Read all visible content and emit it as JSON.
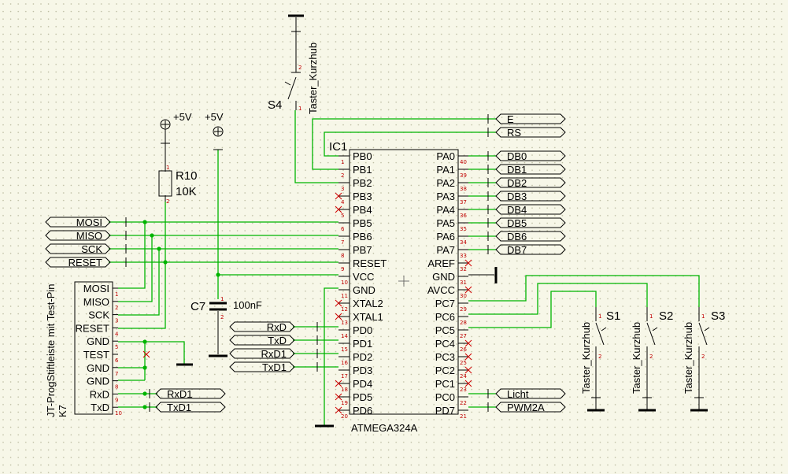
{
  "ic": {
    "ref": "IC1",
    "part": "ATMEGA324A",
    "left_pins": [
      {
        "name": "PB0",
        "num": "1"
      },
      {
        "name": "PB1",
        "num": "2"
      },
      {
        "name": "PB2",
        "num": "3"
      },
      {
        "name": "PB3",
        "num": "4"
      },
      {
        "name": "PB4",
        "num": "5"
      },
      {
        "name": "PB5",
        "num": "6"
      },
      {
        "name": "PB6",
        "num": "7"
      },
      {
        "name": "PB7",
        "num": "8"
      },
      {
        "name": "RESET",
        "num": "9"
      },
      {
        "name": "VCC",
        "num": "10"
      },
      {
        "name": "GND",
        "num": "11"
      },
      {
        "name": "XTAL2",
        "num": "12"
      },
      {
        "name": "XTAL1",
        "num": "13"
      },
      {
        "name": "PD0",
        "num": "14"
      },
      {
        "name": "PD1",
        "num": "15"
      },
      {
        "name": "PD2",
        "num": "16"
      },
      {
        "name": "PD3",
        "num": "17"
      },
      {
        "name": "PD4",
        "num": "18"
      },
      {
        "name": "PD5",
        "num": "19"
      },
      {
        "name": "PD6",
        "num": "20"
      }
    ],
    "right_pins": [
      {
        "name": "PA0",
        "num": "40"
      },
      {
        "name": "PA1",
        "num": "39"
      },
      {
        "name": "PA2",
        "num": "38"
      },
      {
        "name": "PA3",
        "num": "37"
      },
      {
        "name": "PA4",
        "num": "36"
      },
      {
        "name": "PA5",
        "num": "35"
      },
      {
        "name": "PA6",
        "num": "34"
      },
      {
        "name": "PA7",
        "num": "33"
      },
      {
        "name": "AREF",
        "num": "32"
      },
      {
        "name": "GND",
        "num": "31"
      },
      {
        "name": "AVCC",
        "num": "30"
      },
      {
        "name": "PC7",
        "num": "29"
      },
      {
        "name": "PC6",
        "num": "28"
      },
      {
        "name": "PC5",
        "num": "27"
      },
      {
        "name": "PC4",
        "num": "26"
      },
      {
        "name": "PC3",
        "num": "25"
      },
      {
        "name": "PC2",
        "num": "24"
      },
      {
        "name": "PC1",
        "num": "23"
      },
      {
        "name": "PC0",
        "num": "22"
      },
      {
        "name": "PD7",
        "num": "21"
      }
    ]
  },
  "right_nets": [
    "DB0",
    "DB1",
    "DB2",
    "DB3",
    "DB4",
    "DB5",
    "DB6",
    "DB7",
    "Licht",
    "PWM2A"
  ],
  "top_nets": [
    "E",
    "RS"
  ],
  "left_nets": [
    "MOSI",
    "MISO",
    "SCK",
    "RESET"
  ],
  "pd_nets": [
    "RxD",
    "TxD",
    "RxD1",
    "TxD1"
  ],
  "k7_nets": [
    "RxD1",
    "TxD1"
  ],
  "connector": {
    "ref": "K7",
    "title": "JT-ProgStiftleiste mit Test-Pin",
    "pins": [
      {
        "name": "MOSI",
        "num": "1"
      },
      {
        "name": "MISO",
        "num": "2"
      },
      {
        "name": "SCK",
        "num": "3"
      },
      {
        "name": "RESET",
        "num": "4"
      },
      {
        "name": "GND",
        "num": "5"
      },
      {
        "name": "TEST",
        "num": "6"
      },
      {
        "name": "GND",
        "num": "7"
      },
      {
        "name": "GND",
        "num": "8"
      },
      {
        "name": "RxD",
        "num": "9"
      },
      {
        "name": "TxD",
        "num": "10"
      }
    ]
  },
  "resistor": {
    "ref": "R10",
    "value": "10K",
    "pin1": "1",
    "pin2": "2"
  },
  "capacitor": {
    "ref": "C7",
    "value": "100nF",
    "pin1": "1",
    "pin2": "2"
  },
  "supply": [
    "+5V",
    "+5V"
  ],
  "switches": [
    {
      "ref": "S4",
      "type": "Taster_Kurzhub",
      "pin1": "1",
      "pin2": "2"
    },
    {
      "ref": "S1",
      "type": "Taster_Kurzhub",
      "pin1": "1",
      "pin2": "2"
    },
    {
      "ref": "S2",
      "type": "Taster_Kurzhub",
      "pin1": "1",
      "pin2": "2"
    },
    {
      "ref": "S3",
      "type": "Taster_Kurzhub",
      "pin1": "1",
      "pin2": "2"
    }
  ],
  "colors": {
    "wire": "#00b400",
    "part": "#000000",
    "pin_number": "#c00000",
    "no_connect": "#d00000",
    "grid": "#b8b89c",
    "background": "#f7f7e8"
  }
}
